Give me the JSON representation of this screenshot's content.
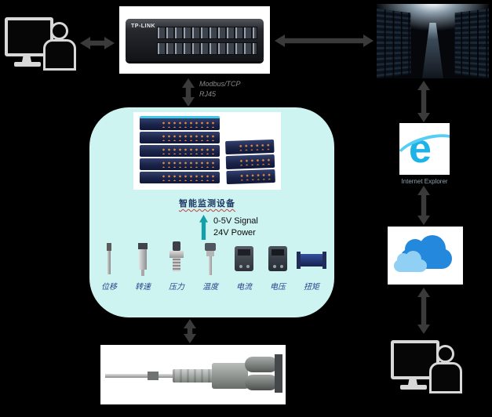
{
  "colors": {
    "background": "#000000",
    "arrow": "#3a3a3a",
    "monitor_box_fill": "#cdf4f1",
    "device_label_blue": "#1f3864",
    "sensor_label_blue": "#2b3f8c",
    "signal_arrow_teal": "#13a0a8",
    "ie_blue": "#1db2e8",
    "cloud_blue": "#2488dc"
  },
  "switch": {
    "brand": "TP-LINK"
  },
  "uplink_label": {
    "line1": "Modbus/TCP",
    "line2": "RJ45"
  },
  "monitor_box": {
    "device_label": "智能监测设备",
    "signal_line1": "0-5V Signal",
    "signal_line2": "24V Power",
    "sensors": [
      {
        "label": "位移"
      },
      {
        "label": "转速"
      },
      {
        "label": "压力"
      },
      {
        "label": "温度"
      },
      {
        "label": "电流"
      },
      {
        "label": "电压"
      },
      {
        "label": "扭矩"
      }
    ]
  },
  "ie": {
    "glyph": "e",
    "caption": "Internet Explorer"
  },
  "icons": {
    "left": "operator-workstation-icon",
    "right": "remote-client-icon",
    "cloud": "cloud-service-icon",
    "server": "server-room-photo"
  }
}
